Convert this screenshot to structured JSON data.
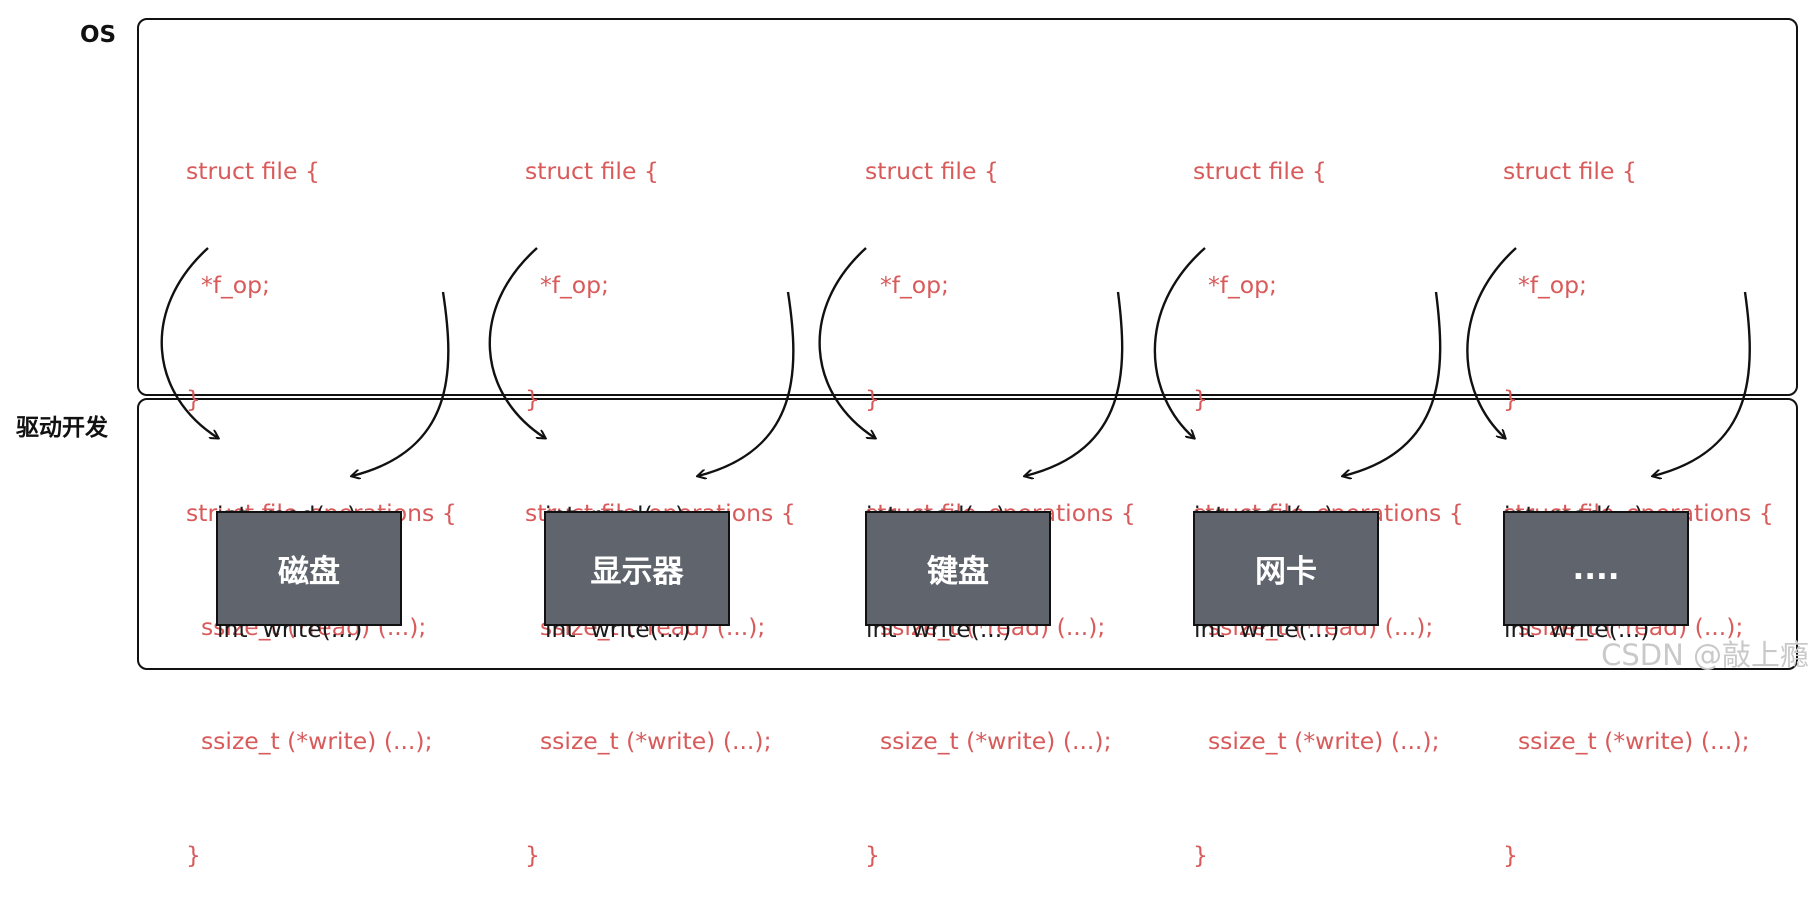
{
  "layers": {
    "os_label": "OS",
    "driver_label": "驱动开发"
  },
  "columns": [
    {
      "code": [
        "struct file {",
        "  *f_op;",
        "}",
        "struct file_operations {",
        "  ssize_t (*read) (...);",
        "  ssize_t (*write) (...);",
        "}"
      ],
      "driver": [
        "int  read(...)",
        "int  write(...)"
      ],
      "device": "磁盘"
    },
    {
      "code": [
        "struct file {",
        "  *f_op;",
        "}",
        "struct file_operations {",
        "  ssize_t (*read) (...);",
        "  ssize_t (*write) (...);",
        "}"
      ],
      "driver": [
        "int  read(...)",
        "int  write(...)"
      ],
      "device": "显示器"
    },
    {
      "code": [
        "struct file {",
        "  *f_op;",
        "}",
        "struct file_operations {",
        "  ssize_t (*read) (...);",
        "  ssize_t (*write) (...);",
        "}"
      ],
      "driver": [
        "int  read(...)",
        "int  write(...)"
      ],
      "device": "键盘"
    },
    {
      "code": [
        "struct file {",
        "  *f_op;",
        "}",
        "struct file_operations {",
        "  ssize_t (*read) (...);",
        "  ssize_t (*write) (...);",
        "}"
      ],
      "driver": [
        "int  read(...)",
        "int  write(...)"
      ],
      "device": "网卡"
    },
    {
      "code": [
        "struct file {",
        "  *f_op;",
        "}",
        "struct file_operations {",
        "  ssize_t (*read) (...);",
        "  ssize_t (*write) (...);",
        "}"
      ],
      "driver": [
        "int  read(...)",
        "int  write(...)"
      ],
      "device": "...."
    }
  ],
  "watermark": "CSDN @敲上瘾",
  "colors": {
    "code_text": "#d85a5a",
    "device_fill": "#5f646d",
    "border": "#111111"
  }
}
